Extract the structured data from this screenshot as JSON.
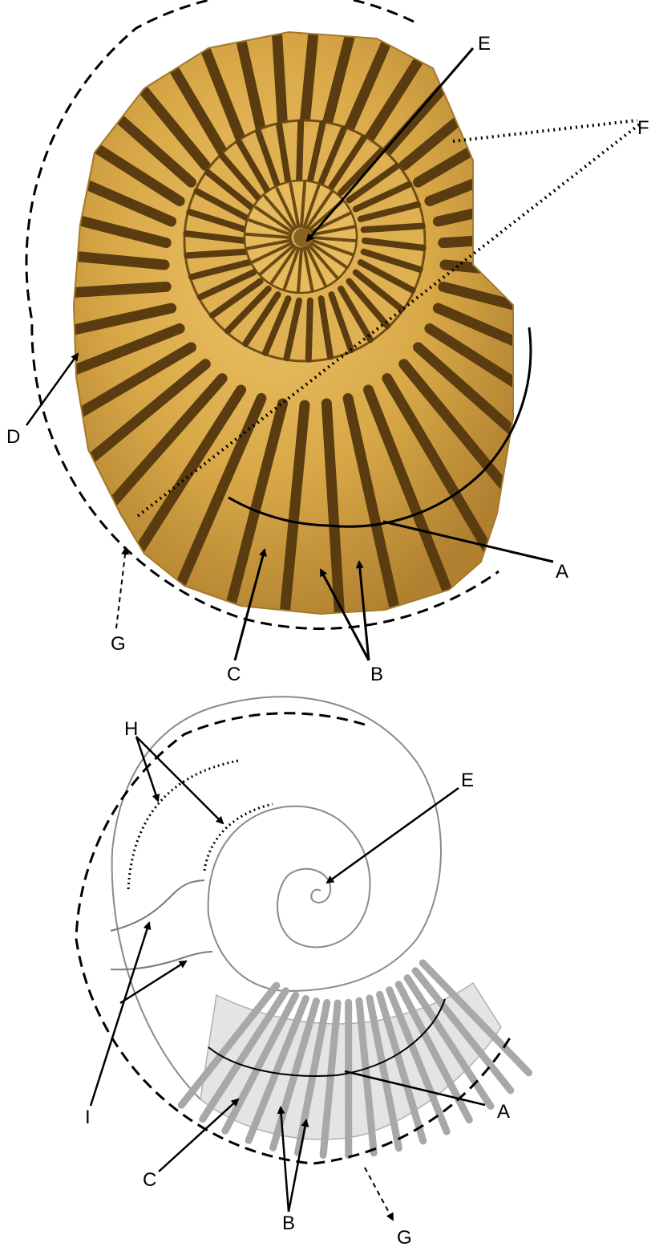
{
  "labels": {
    "top": {
      "E": "E",
      "F": "F",
      "D": "D",
      "A": "A",
      "G": "G",
      "C": "C",
      "B": "B"
    },
    "bottom": {
      "H": "H",
      "E": "E",
      "I": "I",
      "A": "A",
      "C": "C",
      "B": "B",
      "G": "G"
    }
  },
  "colors": {
    "fossil_light": "#e2b24e",
    "fossil_mid": "#c99a3a",
    "fossil_dark": "#6b4a14",
    "rib_dark": "#5a3c10",
    "sketch_line": "#8a8a8a",
    "sketch_rib_fill": "#e4e4e4",
    "sketch_rib_stripe": "#a8a8a8",
    "ink": "#000000"
  }
}
